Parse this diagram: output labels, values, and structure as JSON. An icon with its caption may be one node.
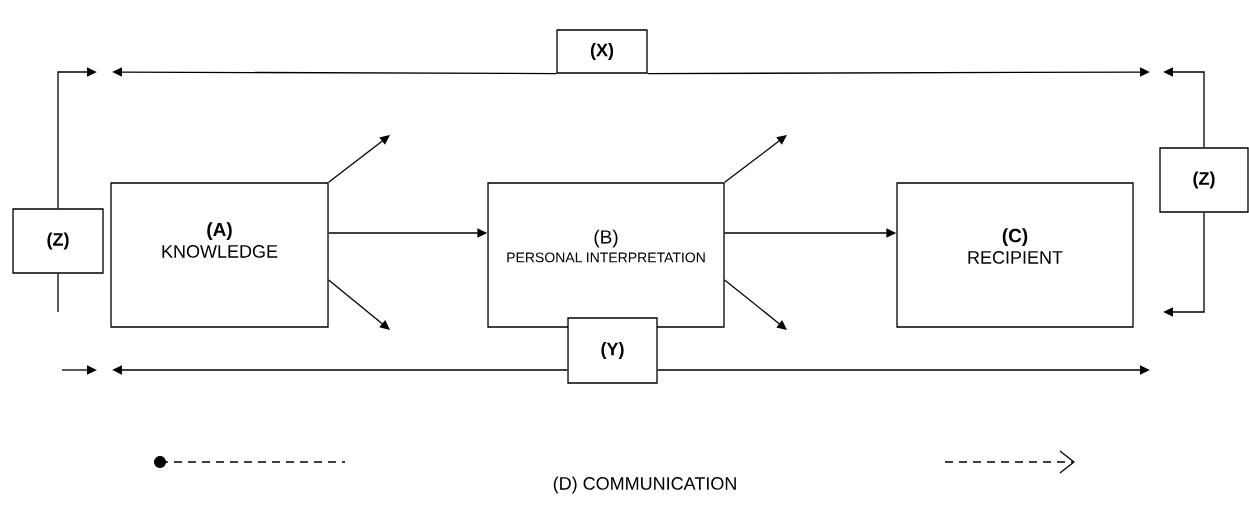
{
  "diagram": {
    "nodes": [
      {
        "text": [
          "(A)",
          "KNOWLEDGE"
        ]
      },
      {
        "text": [
          "(B)",
          "PERSONAL INTERPRETATION"
        ]
      },
      {
        "text": [
          "(C)",
          "RECIPIENT"
        ]
      },
      {
        "text": [
          "(Z)"
        ]
      },
      {
        "text": [
          "(X)"
        ]
      },
      {
        "text": [
          "(Y)"
        ]
      },
      {
        "text": [
          "(Z)"
        ]
      }
    ],
    "edges": [
      {
        "from": 0,
        "to": 1,
        "arrow": "to"
      },
      {
        "from": 1,
        "to": 2,
        "arrow": "to"
      },
      {
        "from": 0,
        "to": null,
        "arrow": "to"
      },
      {
        "from": 0,
        "to": null,
        "arrow": "to"
      },
      {
        "from": 1,
        "to": null,
        "arrow": "to"
      },
      {
        "from": 1,
        "to": null,
        "arrow": "to"
      },
      {
        "from": 4,
        "to": null,
        "arrow": "to"
      },
      {
        "from": 4,
        "to": null,
        "arrow": "to"
      },
      {
        "from": 5,
        "to": null,
        "arrow": "to"
      },
      {
        "from": 5,
        "to": null,
        "arrow": "to"
      },
      {
        "from": 3,
        "to": null,
        "arrow": "to"
      },
      {
        "from": 3,
        "to": null,
        "arrow": "none"
      },
      {
        "from": 6,
        "to": null,
        "arrow": "to"
      },
      {
        "from": 6,
        "to": null,
        "arrow": "to"
      }
    ],
    "labels": [
      "(D) COMMUNICATION"
    ]
  }
}
